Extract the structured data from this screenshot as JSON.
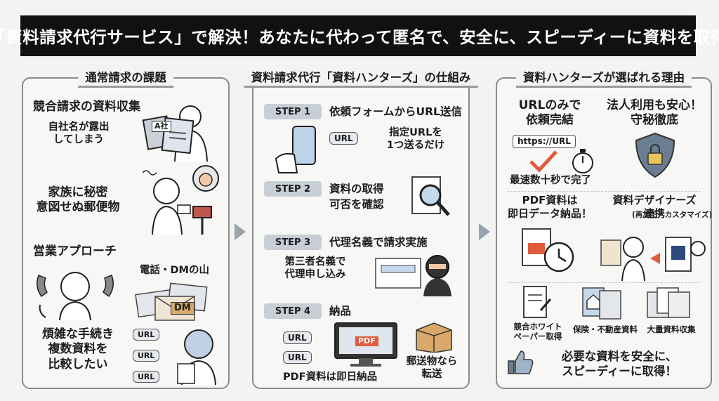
{
  "banner": "「資料請求代行サービス」で解決！あなたに代わって匿名で、安全に、スピーディーに資料を取得",
  "panel1": {
    "title": "通常請求の課題",
    "items": [
      {
        "heading": "競合請求の資料収集",
        "sub": [
          "自社名が露出",
          "してしまう"
        ],
        "badge": "A社"
      },
      {
        "heading": "家族に秘密",
        "sub": [
          "意図せぬ郵便物"
        ]
      },
      {
        "heading": "営業アプローチ",
        "side": "電話・DMの山",
        "dm": "DM"
      },
      {
        "heading": "煩雑な手続き",
        "sub": [
          "複数資料を",
          "比較したい"
        ],
        "urls": [
          "URL",
          "URL",
          "URL"
        ]
      }
    ]
  },
  "panel2": {
    "title": "資料請求代行「資料ハンターズ」の仕組み",
    "steps": [
      {
        "label": "STEP 1",
        "desc": "依頼フォームからURL送信",
        "note": [
          "指定URLを",
          "1つ送るだけ"
        ],
        "chip": "URL"
      },
      {
        "label": "STEP 2",
        "desc": [
          "資料の取得",
          "可否を確認"
        ]
      },
      {
        "label": "STEP 3",
        "desc": "代理名義で請求実施",
        "note": [
          "第三者名義で",
          "代理申し込み"
        ]
      },
      {
        "label": "STEP 4",
        "desc": "納品",
        "chips": [
          "URL",
          "URL"
        ],
        "screen": "PDF",
        "note1": "PDF資料は即日納品",
        "note2": [
          "郵送物なら",
          "転送"
        ]
      }
    ]
  },
  "panel3": {
    "title": "資料ハンターズが選ばれる理由",
    "url_only": [
      "URLのみで",
      "依頼完結"
    ],
    "url_box": "https://URL",
    "fastest": "最速数十秒で完了",
    "corporate": [
      "法人利用も安心！",
      "守秘徹底"
    ],
    "pdf": [
      "PDF資料は",
      "即日データ納品！"
    ],
    "designer": [
      "資料デザイナーズ",
      "連携"
    ],
    "designer_note": "(再加工・カスタマイズ)",
    "uses": [
      [
        "競合ホワイト",
        "ペーパー取得"
      ],
      [
        "保険・不動産資料"
      ],
      [
        "大量資料収集"
      ]
    ],
    "closing": [
      "必要な資料を安全に、",
      "スピーディーに取得！"
    ]
  },
  "colors": {
    "banner_bg": "#111111",
    "step_bg": "#c7ced6",
    "accent_red": "#e05a3c",
    "shield": "#6b7e91"
  }
}
